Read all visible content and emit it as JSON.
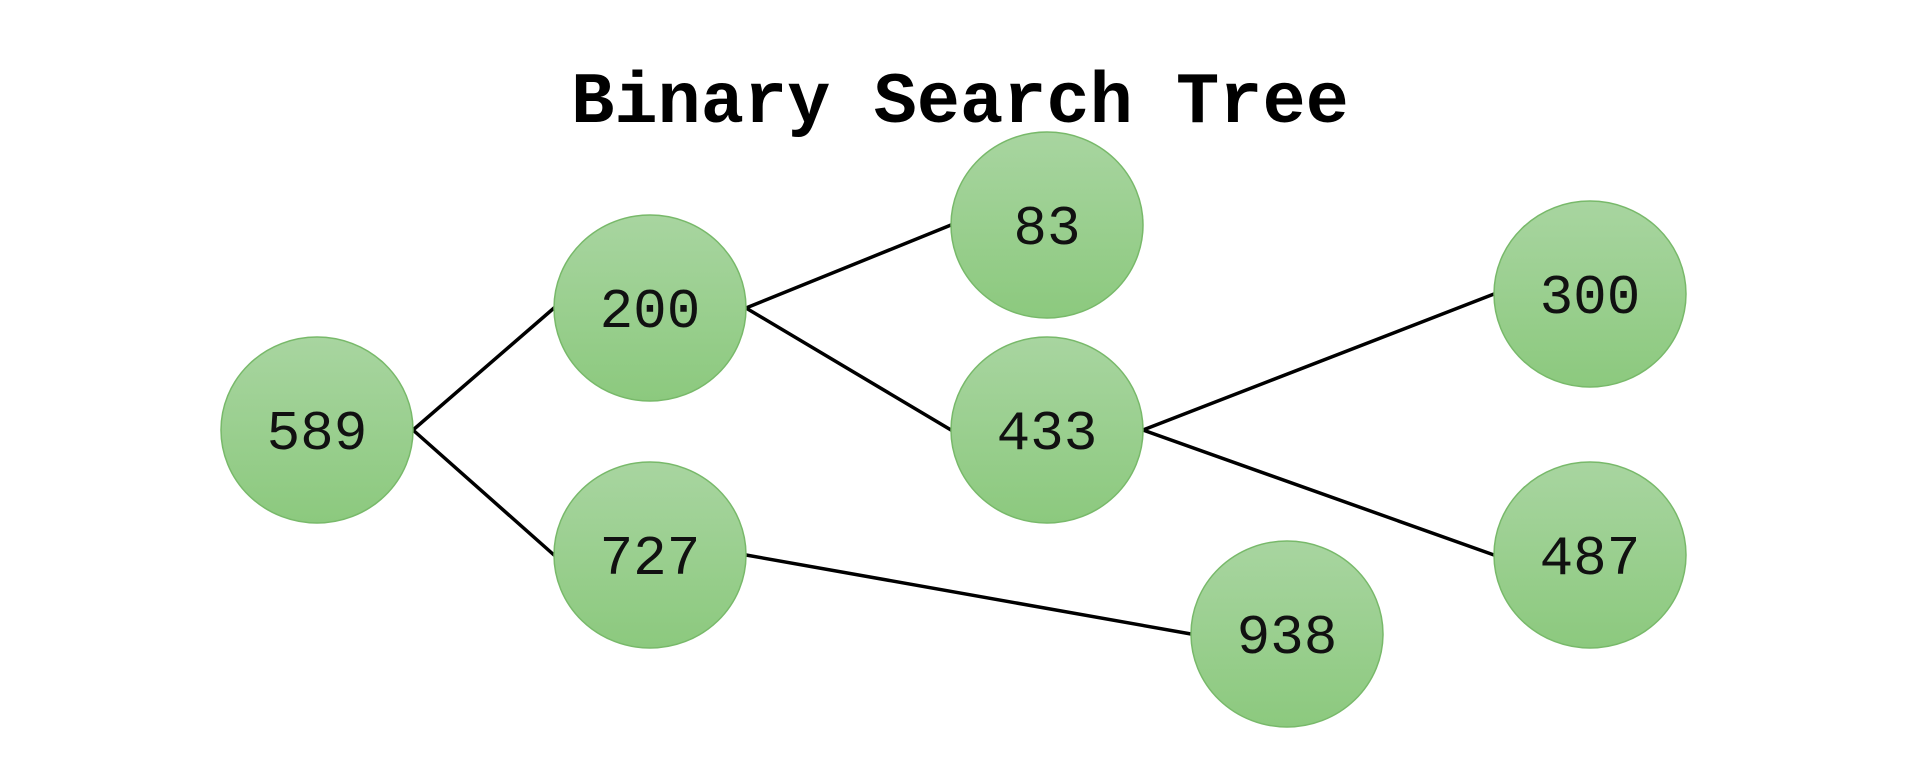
{
  "title": "Binary Search Tree",
  "colors": {
    "node_fill_top": "#a8d5a0",
    "node_fill_bottom": "#8cc97e",
    "node_stroke": "#78b96a",
    "edge": "#000000",
    "background": "#ffffff"
  },
  "nodes": [
    {
      "id": "n589",
      "value": "589"
    },
    {
      "id": "n200",
      "value": "200"
    },
    {
      "id": "n727",
      "value": "727"
    },
    {
      "id": "n83",
      "value": "83"
    },
    {
      "id": "n433",
      "value": "433"
    },
    {
      "id": "n938",
      "value": "938"
    },
    {
      "id": "n300",
      "value": "300"
    },
    {
      "id": "n487",
      "value": "487"
    }
  ],
  "edges": [
    {
      "from": "n589",
      "to": "n200"
    },
    {
      "from": "n589",
      "to": "n727"
    },
    {
      "from": "n200",
      "to": "n83"
    },
    {
      "from": "n200",
      "to": "n433"
    },
    {
      "from": "n727",
      "to": "n938"
    },
    {
      "from": "n433",
      "to": "n300"
    },
    {
      "from": "n433",
      "to": "n487"
    }
  ]
}
